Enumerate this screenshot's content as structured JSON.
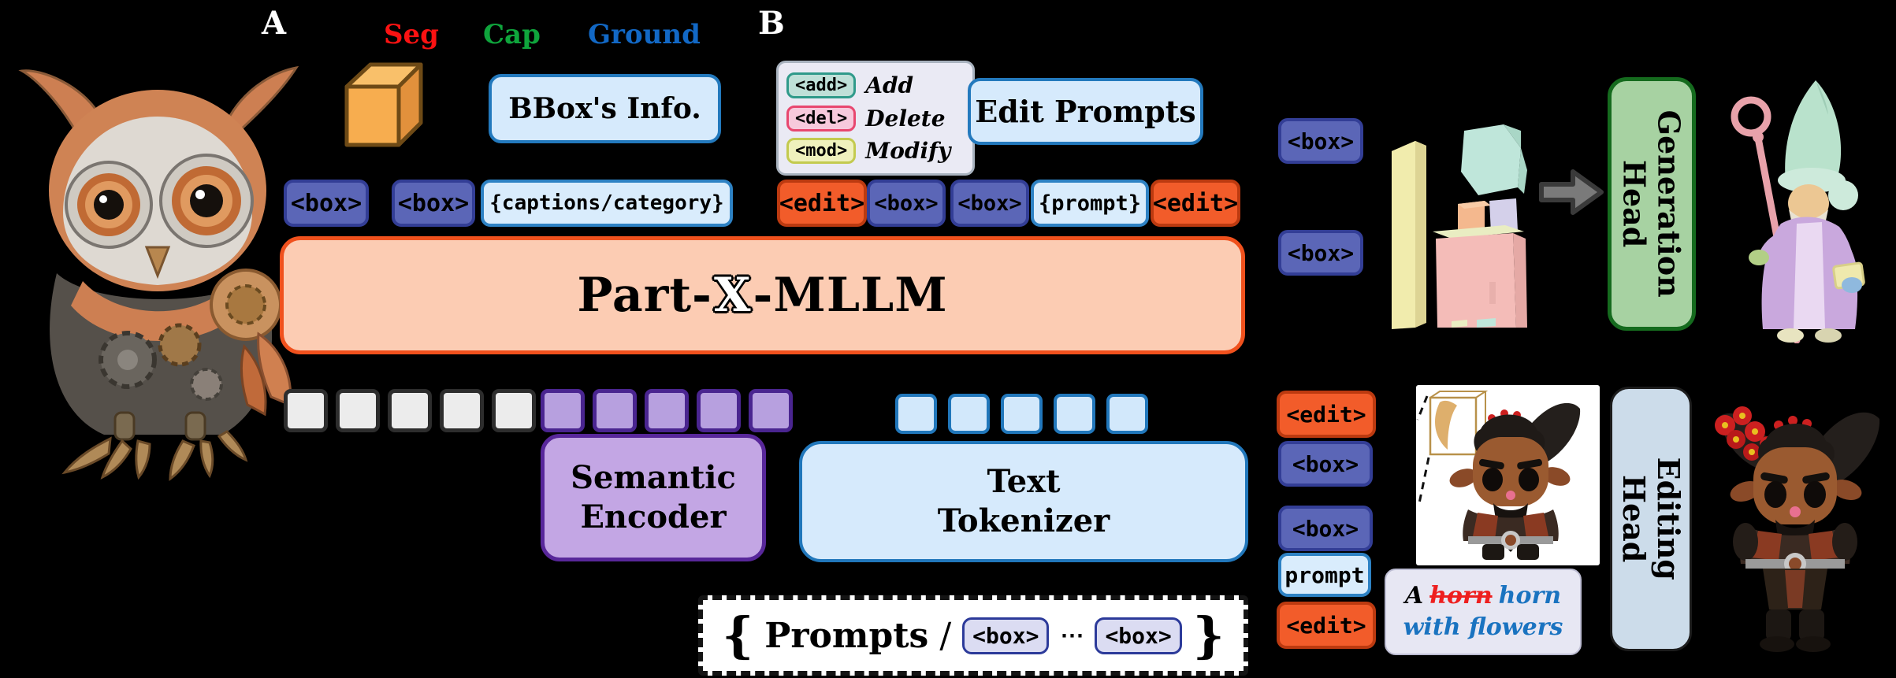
{
  "labels": {
    "a": "A",
    "b": "B"
  },
  "tasks": [
    {
      "label": "Seg",
      "color": "#fb1212"
    },
    {
      "label": "Cap",
      "color": "#0fa43c"
    },
    {
      "label": "Ground",
      "color": "#1268c5"
    }
  ],
  "panel_a": {
    "bbox_info_label": "BBox's Info.",
    "input_tokens": [
      "<box>",
      "<box>",
      "{captions/category}"
    ]
  },
  "panel_b": {
    "legend": [
      {
        "tag": "<add>",
        "label": "Add",
        "fill": "#bfe0d8",
        "border": "#2f9a8a"
      },
      {
        "tag": "<del>",
        "label": "Delete",
        "fill": "#f7c9dc",
        "border": "#e8476f"
      },
      {
        "tag": "<mod>",
        "label": "Modify",
        "fill": "#eff1bd",
        "border": "#c3ca4f"
      }
    ],
    "edit_prompts_label": "Edit Prompts",
    "input_tokens": [
      "<edit>",
      "<box>",
      "<box>",
      "{prompt}",
      "<edit>"
    ]
  },
  "model": {
    "prefix": "Part-",
    "x": "X",
    "suffix": "-MLLM",
    "fill": "#fcccb3",
    "border": "#f0511d"
  },
  "encoders": {
    "semantic": {
      "line1": "Semantic",
      "line2": "Encoder",
      "fill": "#c3a6e4",
      "border": "#58279a",
      "token_count": 5
    },
    "tokenizer": {
      "line1": "Text",
      "line2": "Tokenizer",
      "fill": "#d6eafc",
      "border": "#2177bb",
      "token_count": 5
    },
    "gray_token_count": 5
  },
  "prompt_bar": {
    "open": "{",
    "label": "Prompts",
    "slash": "/",
    "token1": "<box>",
    "dots": "⋯",
    "token2": "<box>",
    "close": "}"
  },
  "generation": {
    "tokens": [
      "<box>",
      "<box>"
    ],
    "head": {
      "line1": "Generation",
      "line2": "Head",
      "fill": "#a7d2a2",
      "border": "#156b1e"
    }
  },
  "editing": {
    "tokens": [
      "<edit>",
      "<box>",
      "<box>",
      "prompt",
      "<edit>"
    ],
    "head": {
      "line1": "Editing",
      "line2": "Head",
      "fill": "#ccdcea",
      "border": "#1c1c1c"
    },
    "caption": {
      "a": "A",
      "removed": "horn",
      "added": "horn",
      "rest": "with flowers"
    }
  },
  "colors": {
    "background": "#000000",
    "box_token_fill": "#5b66b7",
    "box_token_border": "#333e96",
    "edit_token_fill": "#f25c2a",
    "edit_token_border": "#bc3a10",
    "blue_token_fill": "#d9ecfc",
    "blue_token_border": "#2e82c4"
  }
}
